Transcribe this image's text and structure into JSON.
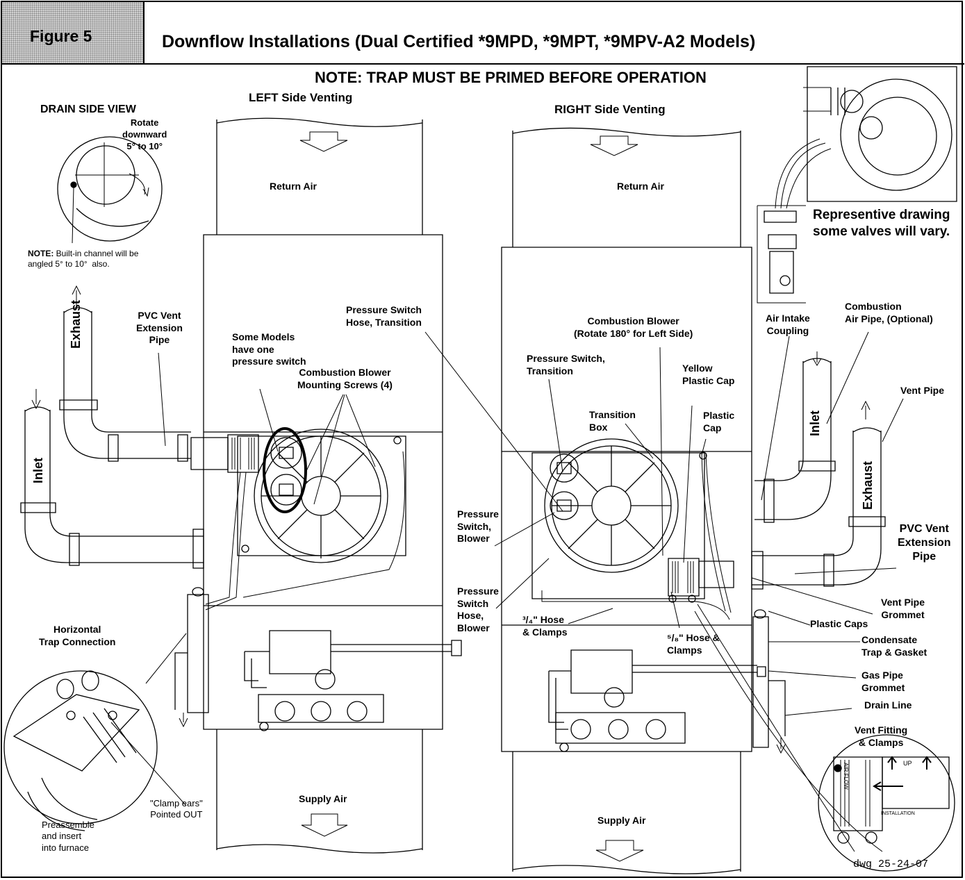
{
  "figure_label": "Figure 5",
  "title": "Downflow Installations (Dual Certified *9MPD, *9MPT, *9MPV-A2 Models)",
  "note": "NOTE: TRAP MUST BE PRIMED BEFORE OPERATION",
  "left_side": {
    "heading": "LEFT Side Venting",
    "return_air": "Return Air",
    "supply_air": "Supply Air"
  },
  "right_side": {
    "heading": "RIGHT Side Venting",
    "return_air": "Return Air",
    "supply_air": "Supply Air"
  },
  "drain_view": {
    "heading": "DRAIN SIDE VIEW",
    "rotate": "Rotate\ndownward\n5° to 10°",
    "note_bold": "NOTE:",
    "note_text": " Built-in channel will be\nangled 5° to 10°  also."
  },
  "labels": {
    "exhaust_left": "Exhaust",
    "inlet_left": "Inlet",
    "pvc_vent_left": "PVC Vent\nExtension\nPipe",
    "some_models": "Some Models\nhave one\npressure switch",
    "mounting_screws": "Combustion Blower\nMounting Screws (4)",
    "ps_hose_transition": "Pressure Switch\nHose, Transition",
    "horizontal_trap": "Horizontal\nTrap Connection",
    "clamp_ears": "\"Clamp ears\"\nPointed OUT",
    "preassemble": "Preassemble\nand insert\ninto furnace",
    "combustion_blower_right": "Combustion Blower\n(Rotate 180° for Left Side)",
    "ps_transition": "Pressure Switch,\nTransition",
    "yellow_cap": "Yellow\nPlastic Cap",
    "transition_box": "Transition\nBox",
    "plastic_cap": "Plastic\nCap",
    "ps_blower": "Pressure\nSwitch,\nBlower",
    "ps_hose_blower": "Pressure\nSwitch\nHose,\nBlower",
    "hose_34": "³/₄\" Hose\n& Clamps",
    "hose_58": "⁵/₈\" Hose &\nClamps",
    "air_intake": "Air Intake\nCoupling",
    "combustion_air_pipe": "Combustion\nAir Pipe, (Optional)",
    "vent_pipe": "Vent Pipe",
    "inlet_right": "Inlet",
    "exhaust_right": "Exhaust",
    "pvc_vent_right": "PVC Vent\nExtension\nPipe",
    "vent_pipe_grommet": "Vent Pipe\nGrommet",
    "plastic_caps": "Plastic Caps",
    "condensate_trap": "Condensate\nTrap & Gasket",
    "gas_pipe_grommet": "Gas Pipe\nGrommet",
    "drain_line": "Drain Line",
    "vent_fitting": "Vent Fitting\n& Clamps",
    "representive": "Representive drawing\nsome valves will vary.",
    "up_label": "UP",
    "air_flow": "AIR FLOW",
    "installation": "INSTALLATION",
    "dwg": "dwg 25-24-07"
  }
}
